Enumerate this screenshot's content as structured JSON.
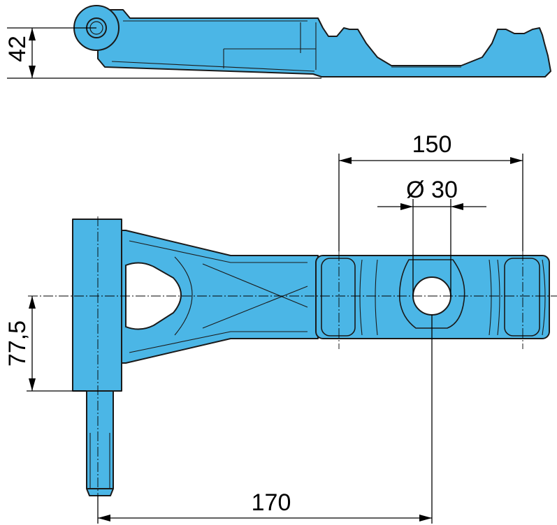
{
  "dimensions": {
    "side_height": "42",
    "hole_spacing": "150",
    "hole_diameter": "Ø 30",
    "vertical_offset": "77,5",
    "total_length": "170"
  },
  "colors": {
    "part_fill": "#4bb6e6",
    "outline": "#1a1a1a",
    "dimension": "#000000"
  }
}
